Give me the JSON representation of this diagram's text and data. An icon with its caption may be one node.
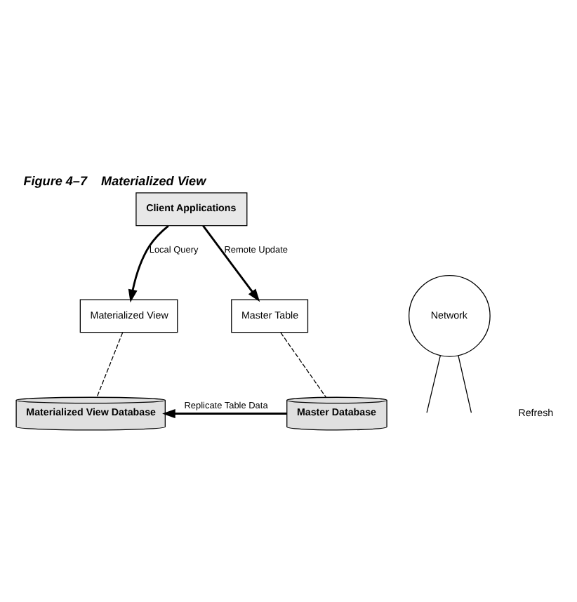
{
  "diagram": {
    "title": "Figure 4–7    Materialized View",
    "nodes": [
      {
        "text": [
          "Client Applications"
        ]
      },
      {
        "text": [
          "Materialized View"
        ]
      },
      {
        "text": [
          "Master Table"
        ]
      },
      {
        "text": [
          "Network"
        ]
      },
      {
        "text": [
          "Materialized View Database"
        ]
      },
      {
        "text": [
          "Master Database"
        ]
      }
    ],
    "edges": [
      {
        "from": 0,
        "to": 1,
        "arrow": "to",
        "label": "Local Query"
      },
      {
        "from": 0,
        "to": 2,
        "arrow": "to",
        "label": "Remote Update"
      },
      {
        "from": 1,
        "to": 4,
        "arrow": "none",
        "style": "dashed"
      },
      {
        "from": 2,
        "to": 5,
        "arrow": "none",
        "style": "dashed"
      },
      {
        "from": 3,
        "to": null,
        "arrow": "none"
      },
      {
        "from": 3,
        "to": null,
        "arrow": "none"
      },
      {
        "from": 5,
        "to": 4,
        "arrow": "to",
        "label": "Replicate Table Data"
      }
    ],
    "labels": [
      "Refresh"
    ]
  }
}
